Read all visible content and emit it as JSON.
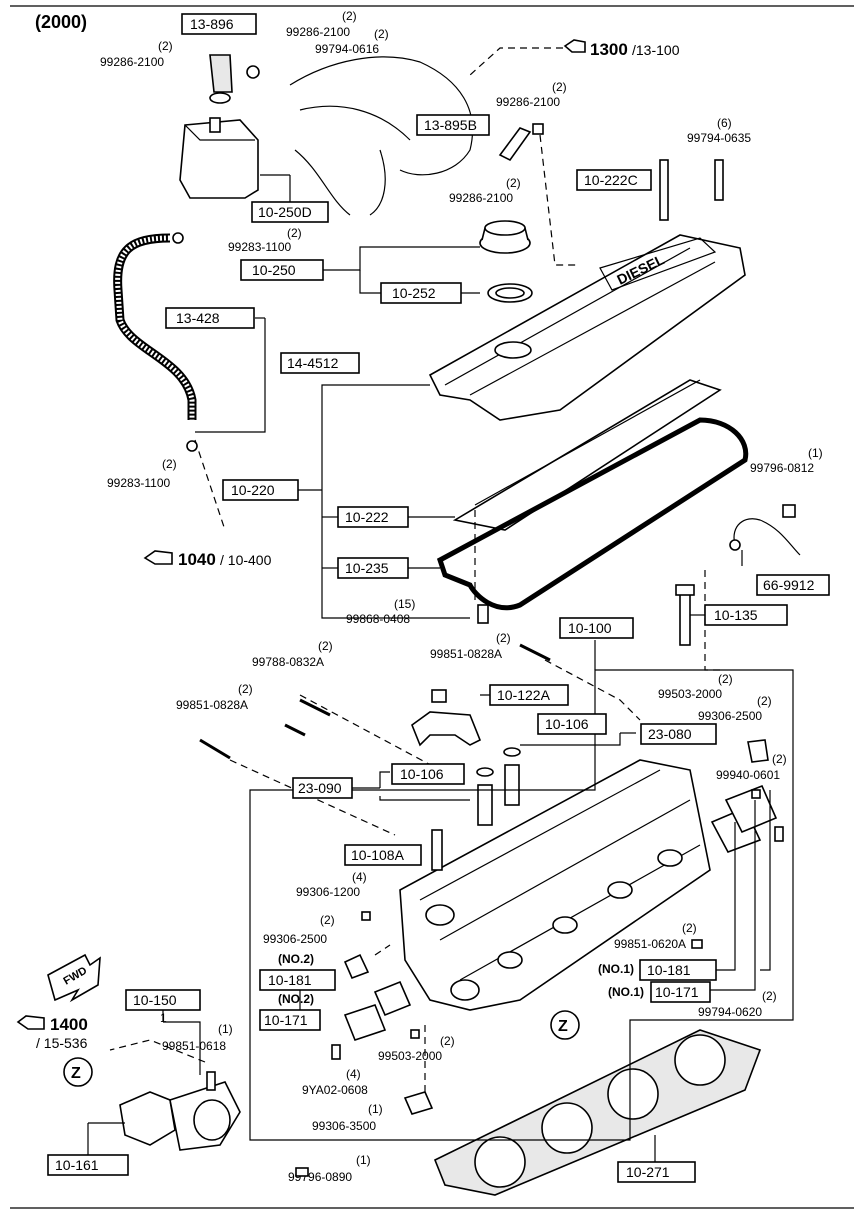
{
  "header": {
    "year": "(2000)"
  },
  "references": [
    {
      "id": "ref-1300",
      "main": "1300",
      "sub": "/13-100"
    },
    {
      "id": "ref-1040",
      "main": "1040",
      "sub": " / 10-400"
    },
    {
      "id": "ref-1400",
      "main": "1400",
      "sub": "/ 15-536"
    }
  ],
  "boxed_parts": [
    "13-896",
    "13-895B",
    "10-222C",
    "10-250D",
    "10-250",
    "10-252",
    "13-428",
    "14-4512",
    "10-220",
    "10-222",
    "10-235",
    "66-9912",
    "10-135",
    "10-100",
    "10-122A",
    "10-106",
    "10-106",
    "23-080",
    "23-090",
    "10-108A",
    "10-181",
    "10-171",
    "10-181",
    "10-171",
    "10-150",
    "10-161",
    "10-271"
  ],
  "part_numbers": [
    {
      "num": "99286-2100",
      "qty": "(2)"
    },
    {
      "num": "99286-2100",
      "qty": "(2)"
    },
    {
      "num": "99794-0616",
      "qty": "(2)"
    },
    {
      "num": "99286-2100",
      "qty": "(2)"
    },
    {
      "num": "99286-2100",
      "qty": "(2)"
    },
    {
      "num": "99794-0635",
      "qty": "(6)"
    },
    {
      "num": "99283-1100",
      "qty": "(2)"
    },
    {
      "num": "99283-1100",
      "qty": "(2)"
    },
    {
      "num": "99796-0812",
      "qty": "(1)"
    },
    {
      "num": "99868-0408",
      "qty": "(15)"
    },
    {
      "num": "99851-0828A",
      "qty": "(2)"
    },
    {
      "num": "99788-0832A",
      "qty": "(2)"
    },
    {
      "num": "99851-0828A",
      "qty": "(2)"
    },
    {
      "num": "99503-2000",
      "qty": "(2)"
    },
    {
      "num": "99306-2500",
      "qty": "(2)"
    },
    {
      "num": "99940-0601",
      "qty": "(2)"
    },
    {
      "num": "99306-1200",
      "qty": "(4)"
    },
    {
      "num": "99306-2500",
      "qty": "(2)"
    },
    {
      "num": "99851-0620A",
      "qty": "(2)"
    },
    {
      "num": "99794-0620",
      "qty": "(2)"
    },
    {
      "num": "99851-0618",
      "qty": "(1)"
    },
    {
      "num": "99503-2000",
      "qty": "(2)"
    },
    {
      "num": "9YA02-0608",
      "qty": "(4)"
    },
    {
      "num": "99306-3500",
      "qty": "(1)"
    },
    {
      "num": "99796-0890",
      "qty": "(1)"
    }
  ],
  "notes": {
    "no2": "(NO.2)",
    "no1": "(NO.1)",
    "z": "Z",
    "fwd": "FWD",
    "one": "1",
    "diesel": "DIESEL"
  }
}
